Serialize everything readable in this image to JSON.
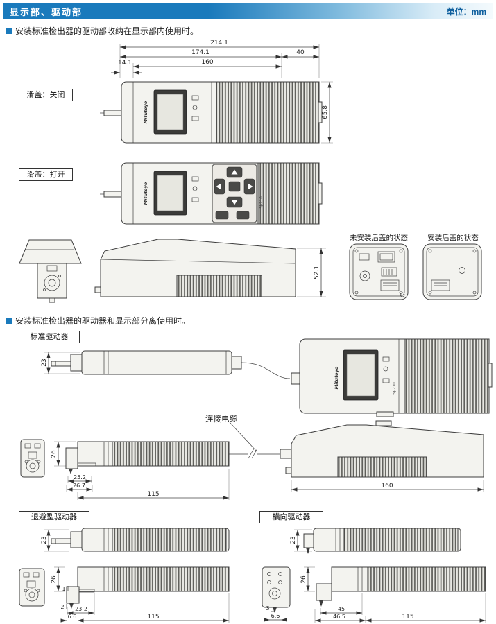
{
  "header": {
    "title": "显示部、驱动部",
    "unit": "单位：mm"
  },
  "section_combined": {
    "bullet": "安装标准检出器的驱动部收纳在显示部内使用时。",
    "slide_closed": "滑盖：关闭",
    "slide_open": "滑盖：打开",
    "rear_without_cover": "未安装后盖的状态",
    "rear_with_cover": "安装后盖的状态"
  },
  "section_separated": {
    "bullet": "安装标准检出器的驱动器和显示部分离使用时。",
    "standard_drive": "标准驱动器",
    "cable": "连接电缆",
    "retract_drive": "退避型驱动器",
    "transverse_drive": "横向驱动器"
  },
  "brand": {
    "name": "Mitutoyo",
    "model": "SJ-210"
  },
  "dims": {
    "d214_1": "214.1",
    "d174_1": "174.1",
    "d160": "160",
    "d14_1": "14.1",
    "d40": "40",
    "d65_8": "65.8",
    "d52_1": "52.1",
    "d23": "23",
    "d26": "26",
    "d25_2": "25.2",
    "d26_7": "26.7",
    "d115": "115",
    "d1": "1",
    "d2": "2",
    "d23_2": "23.2",
    "d6_6": "6.6",
    "d3": "3",
    "d45": "45",
    "d46_5": "46.5"
  }
}
